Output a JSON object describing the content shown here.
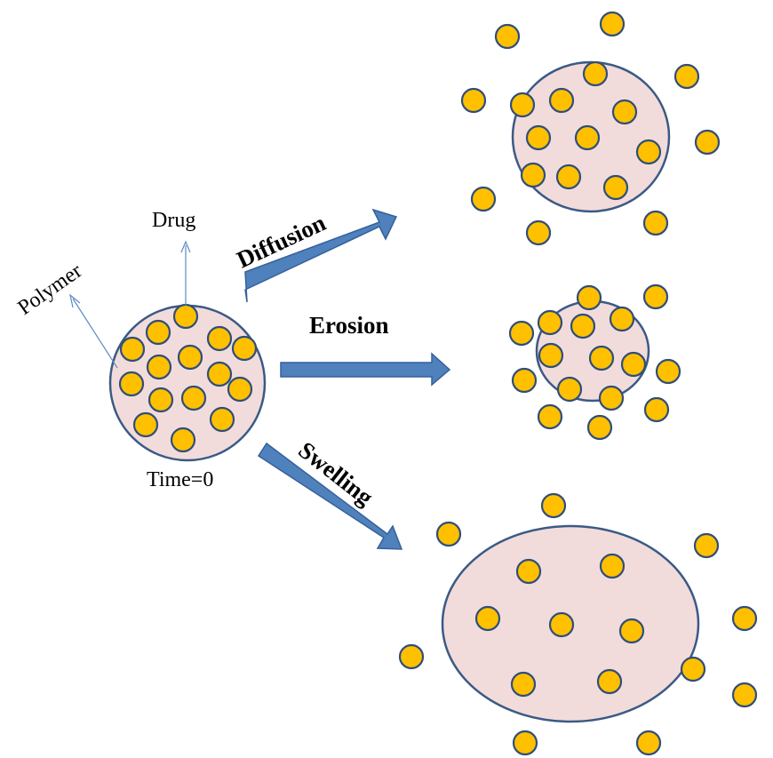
{
  "labels": {
    "drug": "Drug",
    "polymer": "Polymer",
    "time": "Time=0",
    "diffusion": "Diffusion",
    "erosion": "Erosion",
    "swelling": "Swelling"
  },
  "colors": {
    "polymer_fill": "#f2dcdb",
    "polymer_stroke": "#3b5a85",
    "drug_fill": "#ffc000",
    "drug_stroke": "#2f4e7a",
    "arrow_fill": "#4f81bd",
    "arrow_stroke": "#36609a",
    "pointer_line": "#5b8ac4"
  }
}
